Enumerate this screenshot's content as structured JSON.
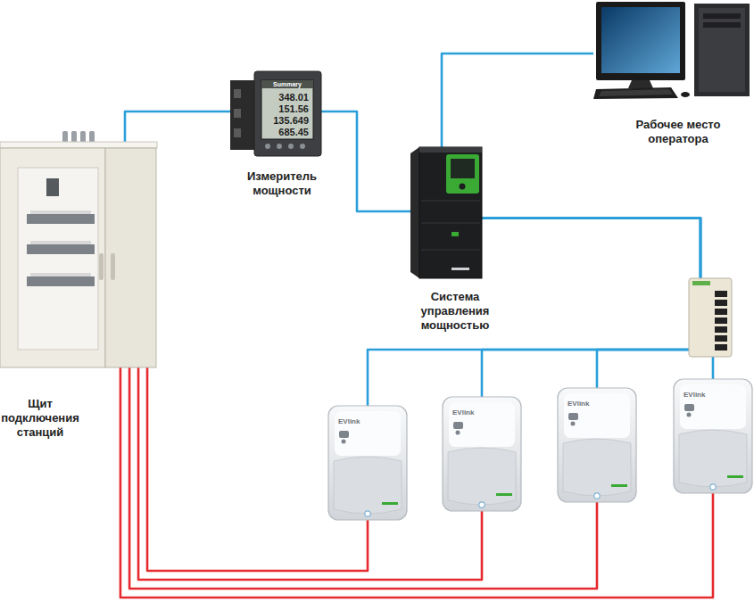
{
  "diagram": {
    "nodes": [
      {
        "text": [
          "Щит подключения станций"
        ]
      },
      {
        "text": [
          "Измеритель мощности"
        ]
      },
      {
        "text": [
          "Система управления мощностью"
        ]
      },
      {
        "text": [
          "Рабочее место оператора"
        ]
      },
      {
        "text": [
          "EVlink"
        ]
      },
      {
        "text": [
          "EVlink"
        ]
      },
      {
        "text": [
          "EVlink"
        ]
      },
      {
        "text": [
          "EVlink"
        ]
      }
    ],
    "edges": [
      {
        "from": 0,
        "to": 1,
        "arrow": "none"
      },
      {
        "from": 1,
        "to": 2,
        "arrow": "none"
      },
      {
        "from": 2,
        "to": 3,
        "arrow": "none"
      },
      {
        "from": 2,
        "to": 4,
        "arrow": "none"
      },
      {
        "from": 2,
        "to": 5,
        "arrow": "none"
      },
      {
        "from": 2,
        "to": 6,
        "arrow": "none"
      },
      {
        "from": 2,
        "to": 7,
        "arrow": "none"
      },
      {
        "from": 0,
        "to": 4,
        "arrow": "none"
      },
      {
        "from": 0,
        "to": 5,
        "arrow": "none"
      },
      {
        "from": 0,
        "to": 6,
        "arrow": "none"
      },
      {
        "from": 0,
        "to": 7,
        "arrow": "none"
      }
    ],
    "labels": [
      "Summary",
      "348.01",
      "151.56",
      "135.649",
      "685.45"
    ]
  }
}
